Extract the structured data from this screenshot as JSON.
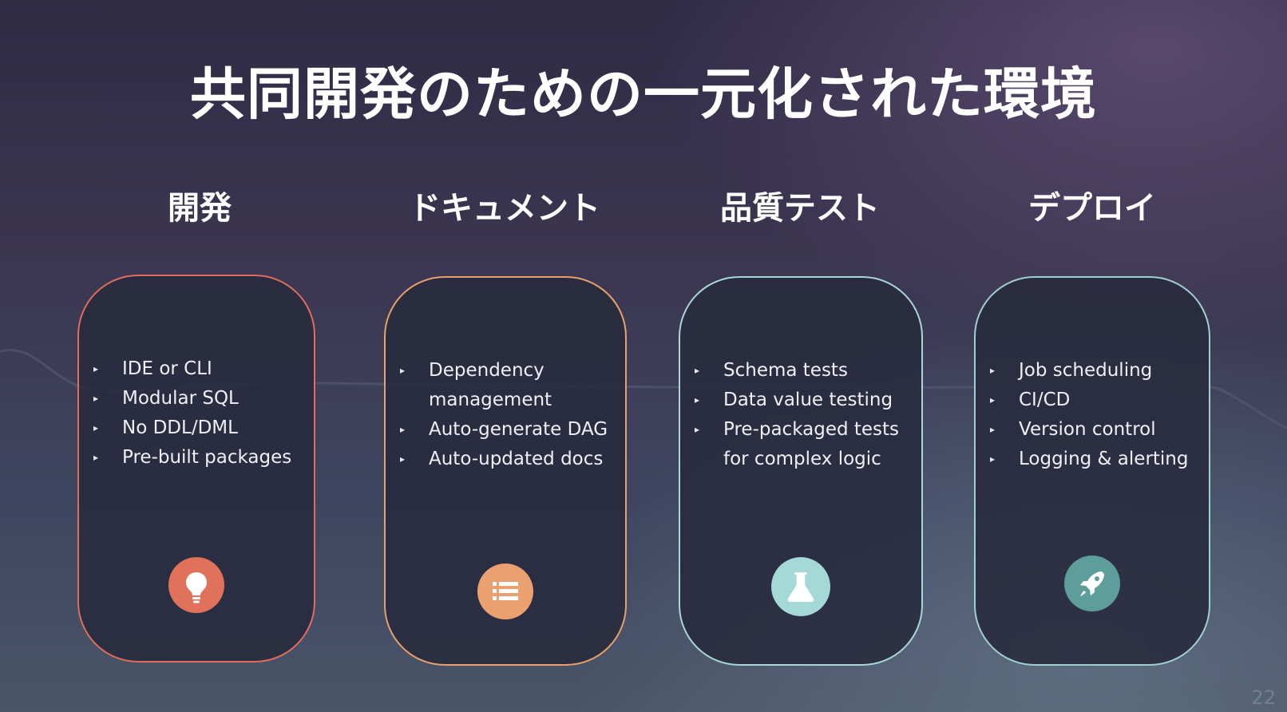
{
  "slide": {
    "title": "共同開発のための一元化された環境",
    "page_number": "22"
  },
  "columns": [
    {
      "heading": "開発",
      "border_color": "#e06d5a",
      "icon": "lightbulb-icon",
      "icon_color": "#e0725c",
      "items": [
        "IDE or CLI",
        "Modular SQL",
        "No DDL/DML",
        "Pre-built packages"
      ]
    },
    {
      "heading": "ドキュメント",
      "border_color": "#e8a06a",
      "icon": "list-icon",
      "icon_color": "#eba070",
      "items": [
        "Dependency",
        "management",
        "Auto-generate DAG",
        "Auto-updated docs"
      ]
    },
    {
      "heading": "品質テスト",
      "border_color": "#a9d6d8",
      "icon": "flask-icon",
      "icon_color": "#a4d9d7",
      "items": [
        "Schema tests",
        "Data value testing",
        "Pre-packaged tests",
        "for complex logic"
      ]
    },
    {
      "heading": "デプロイ",
      "border_color": "#9fcfd0",
      "icon": "rocket-icon",
      "icon_color": "#5d9d9c",
      "items": [
        "Job scheduling",
        "CI/CD",
        "Version control",
        "Logging & alerting"
      ]
    }
  ]
}
